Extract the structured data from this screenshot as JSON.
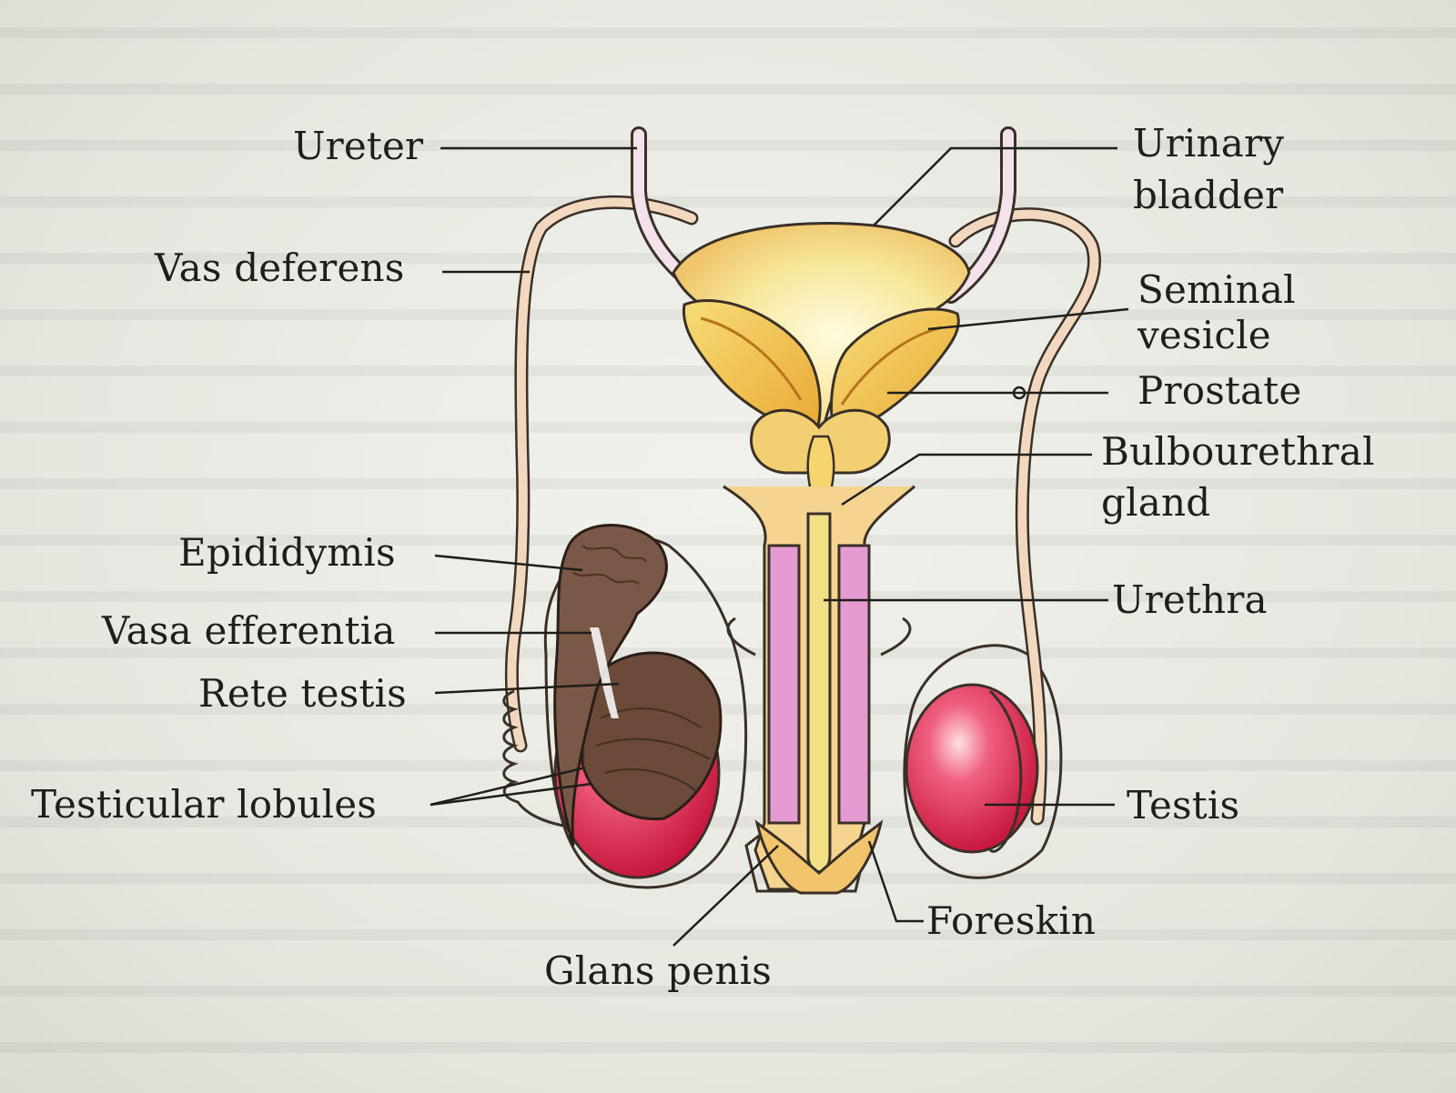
{
  "labels": {
    "ureter": "Ureter",
    "vas_deferens": "Vas deferens",
    "epididymis": "Epididymis",
    "vasa_efferentia": "Vasa efferentia",
    "rete_testis": "Rete testis",
    "testicular_lobules": "Testicular lobules",
    "glans_penis": "Glans penis",
    "foreskin": "Foreskin",
    "testis": "Testis",
    "urethra": "Urethra",
    "bulbourethral_line1": "Bulbourethral",
    "bulbourethral_line2": "gland",
    "prostate": "Prostate",
    "seminal_line1": "Seminal",
    "seminal_line2": "vesicle",
    "urinary_line1": "Urinary",
    "urinary_line2": "bladder"
  },
  "colors": {
    "bladder": "#f6e79a",
    "vesicle": "#f2c24a",
    "penis_shaft": "#e59ad2",
    "urethra": "#f3df86",
    "testis": "#e23a5d",
    "epididymis": "#6b4a3a",
    "duct": "#f3d8c0"
  }
}
